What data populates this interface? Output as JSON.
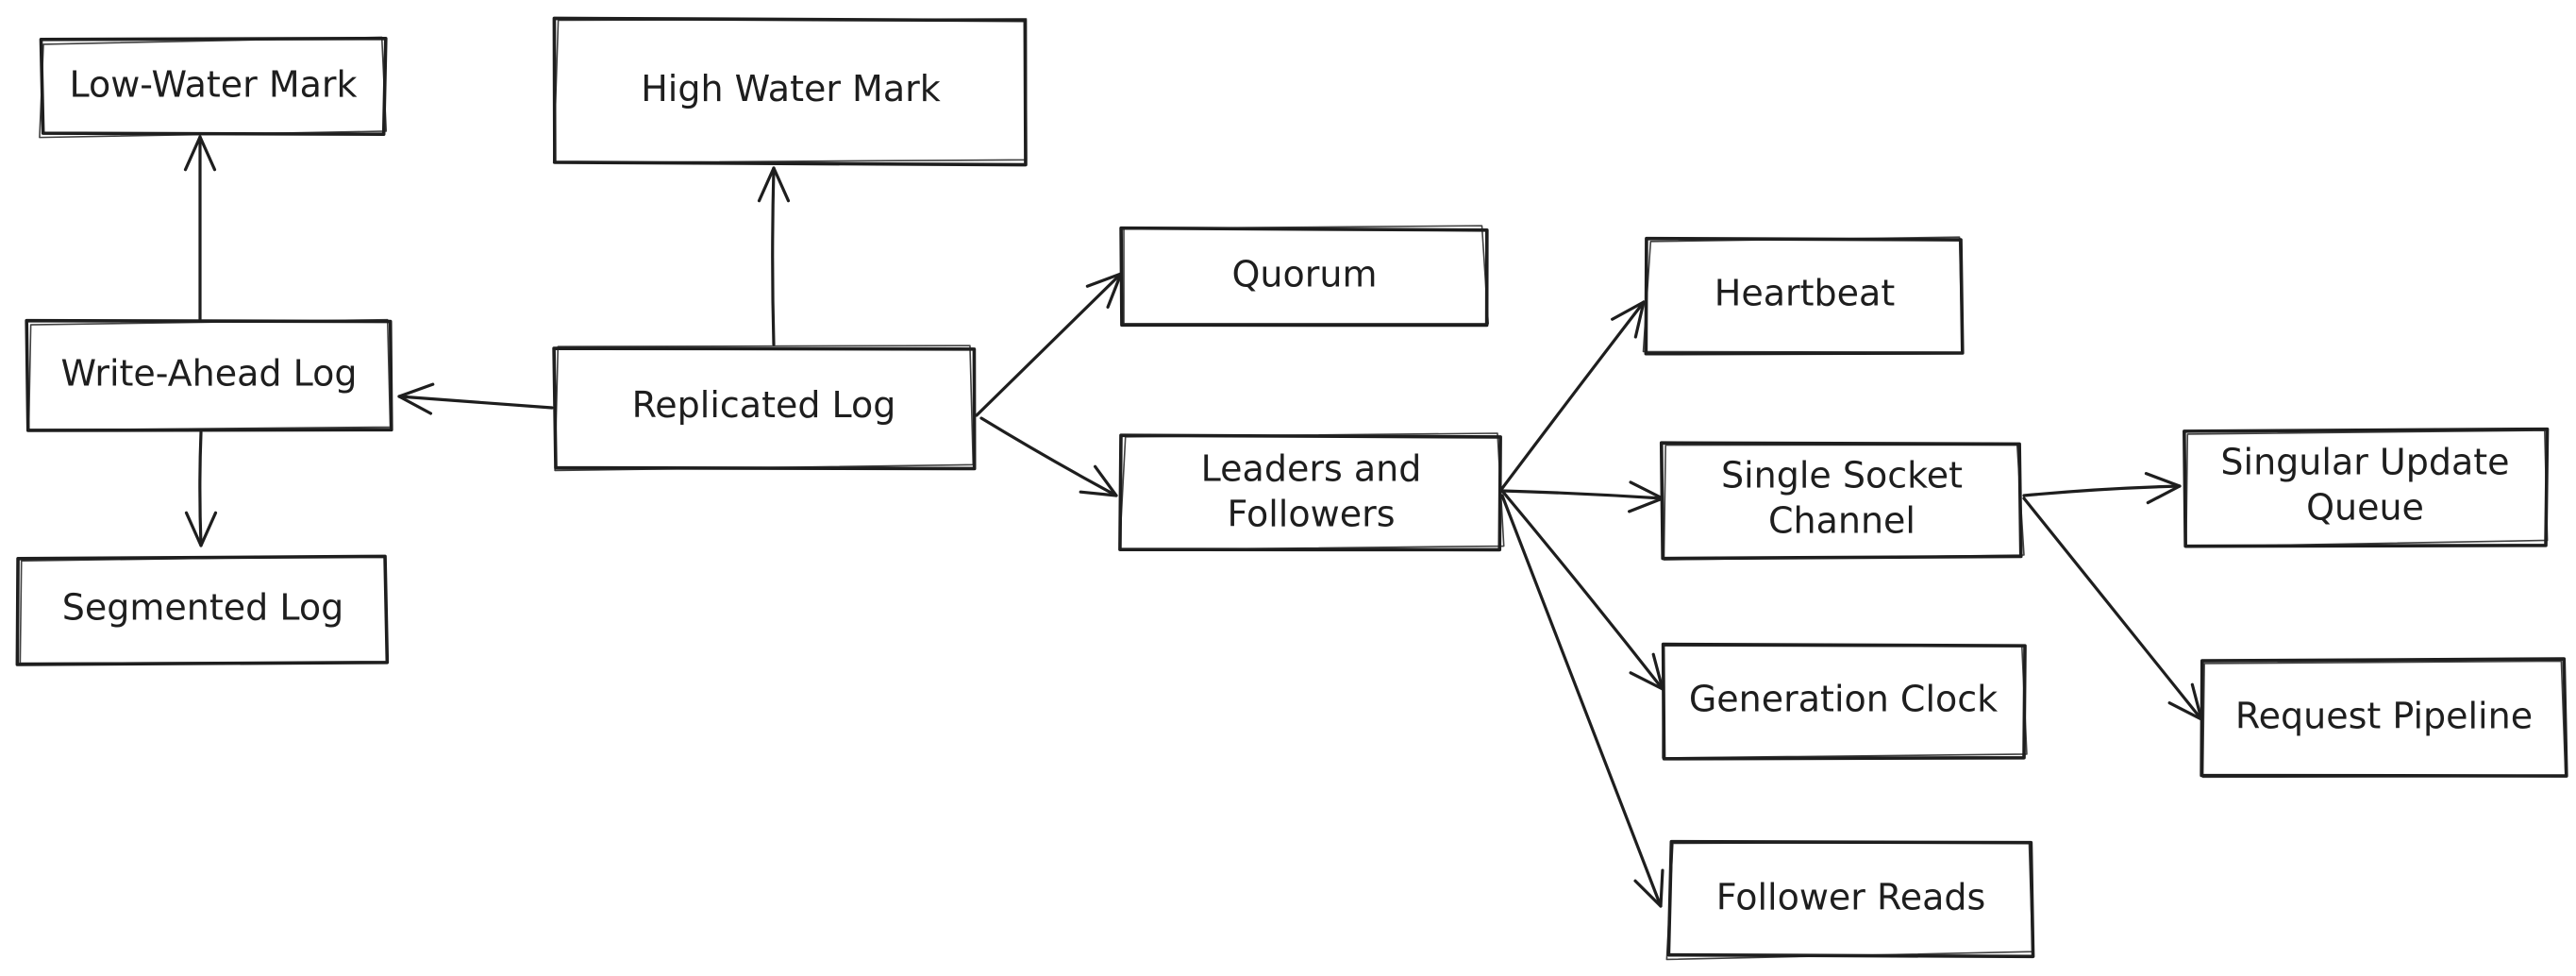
{
  "diagram": {
    "nodes": [
      {
        "id": "low-water-mark",
        "lines": [
          "Low-Water Mark"
        ]
      },
      {
        "id": "high-water-mark",
        "lines": [
          "High Water Mark"
        ]
      },
      {
        "id": "write-ahead-log",
        "lines": [
          "Write-Ahead Log"
        ]
      },
      {
        "id": "replicated-log",
        "lines": [
          "Replicated Log"
        ]
      },
      {
        "id": "segmented-log",
        "lines": [
          "Segmented Log"
        ]
      },
      {
        "id": "quorum",
        "lines": [
          "Quorum"
        ]
      },
      {
        "id": "leaders-and-followers",
        "lines": [
          "Leaders and",
          "Followers"
        ]
      },
      {
        "id": "heartbeat",
        "lines": [
          "Heartbeat"
        ]
      },
      {
        "id": "single-socket-channel",
        "lines": [
          "Single Socket",
          "Channel"
        ]
      },
      {
        "id": "singular-update-queue",
        "lines": [
          "Singular Update",
          "Queue"
        ]
      },
      {
        "id": "generation-clock",
        "lines": [
          "Generation Clock"
        ]
      },
      {
        "id": "request-pipeline",
        "lines": [
          "Request Pipeline"
        ]
      },
      {
        "id": "follower-reads",
        "lines": [
          "Follower Reads"
        ]
      }
    ],
    "edges": [
      {
        "from": "write-ahead-log",
        "to": "low-water-mark"
      },
      {
        "from": "write-ahead-log",
        "to": "segmented-log"
      },
      {
        "from": "replicated-log",
        "to": "write-ahead-log"
      },
      {
        "from": "replicated-log",
        "to": "high-water-mark"
      },
      {
        "from": "replicated-log",
        "to": "quorum"
      },
      {
        "from": "replicated-log",
        "to": "leaders-and-followers"
      },
      {
        "from": "leaders-and-followers",
        "to": "heartbeat"
      },
      {
        "from": "leaders-and-followers",
        "to": "single-socket-channel"
      },
      {
        "from": "leaders-and-followers",
        "to": "generation-clock"
      },
      {
        "from": "leaders-and-followers",
        "to": "follower-reads"
      },
      {
        "from": "single-socket-channel",
        "to": "singular-update-queue"
      },
      {
        "from": "single-socket-channel",
        "to": "request-pipeline"
      }
    ],
    "colors": {
      "stroke": "#1e1e1e",
      "background": "#ffffff"
    }
  }
}
